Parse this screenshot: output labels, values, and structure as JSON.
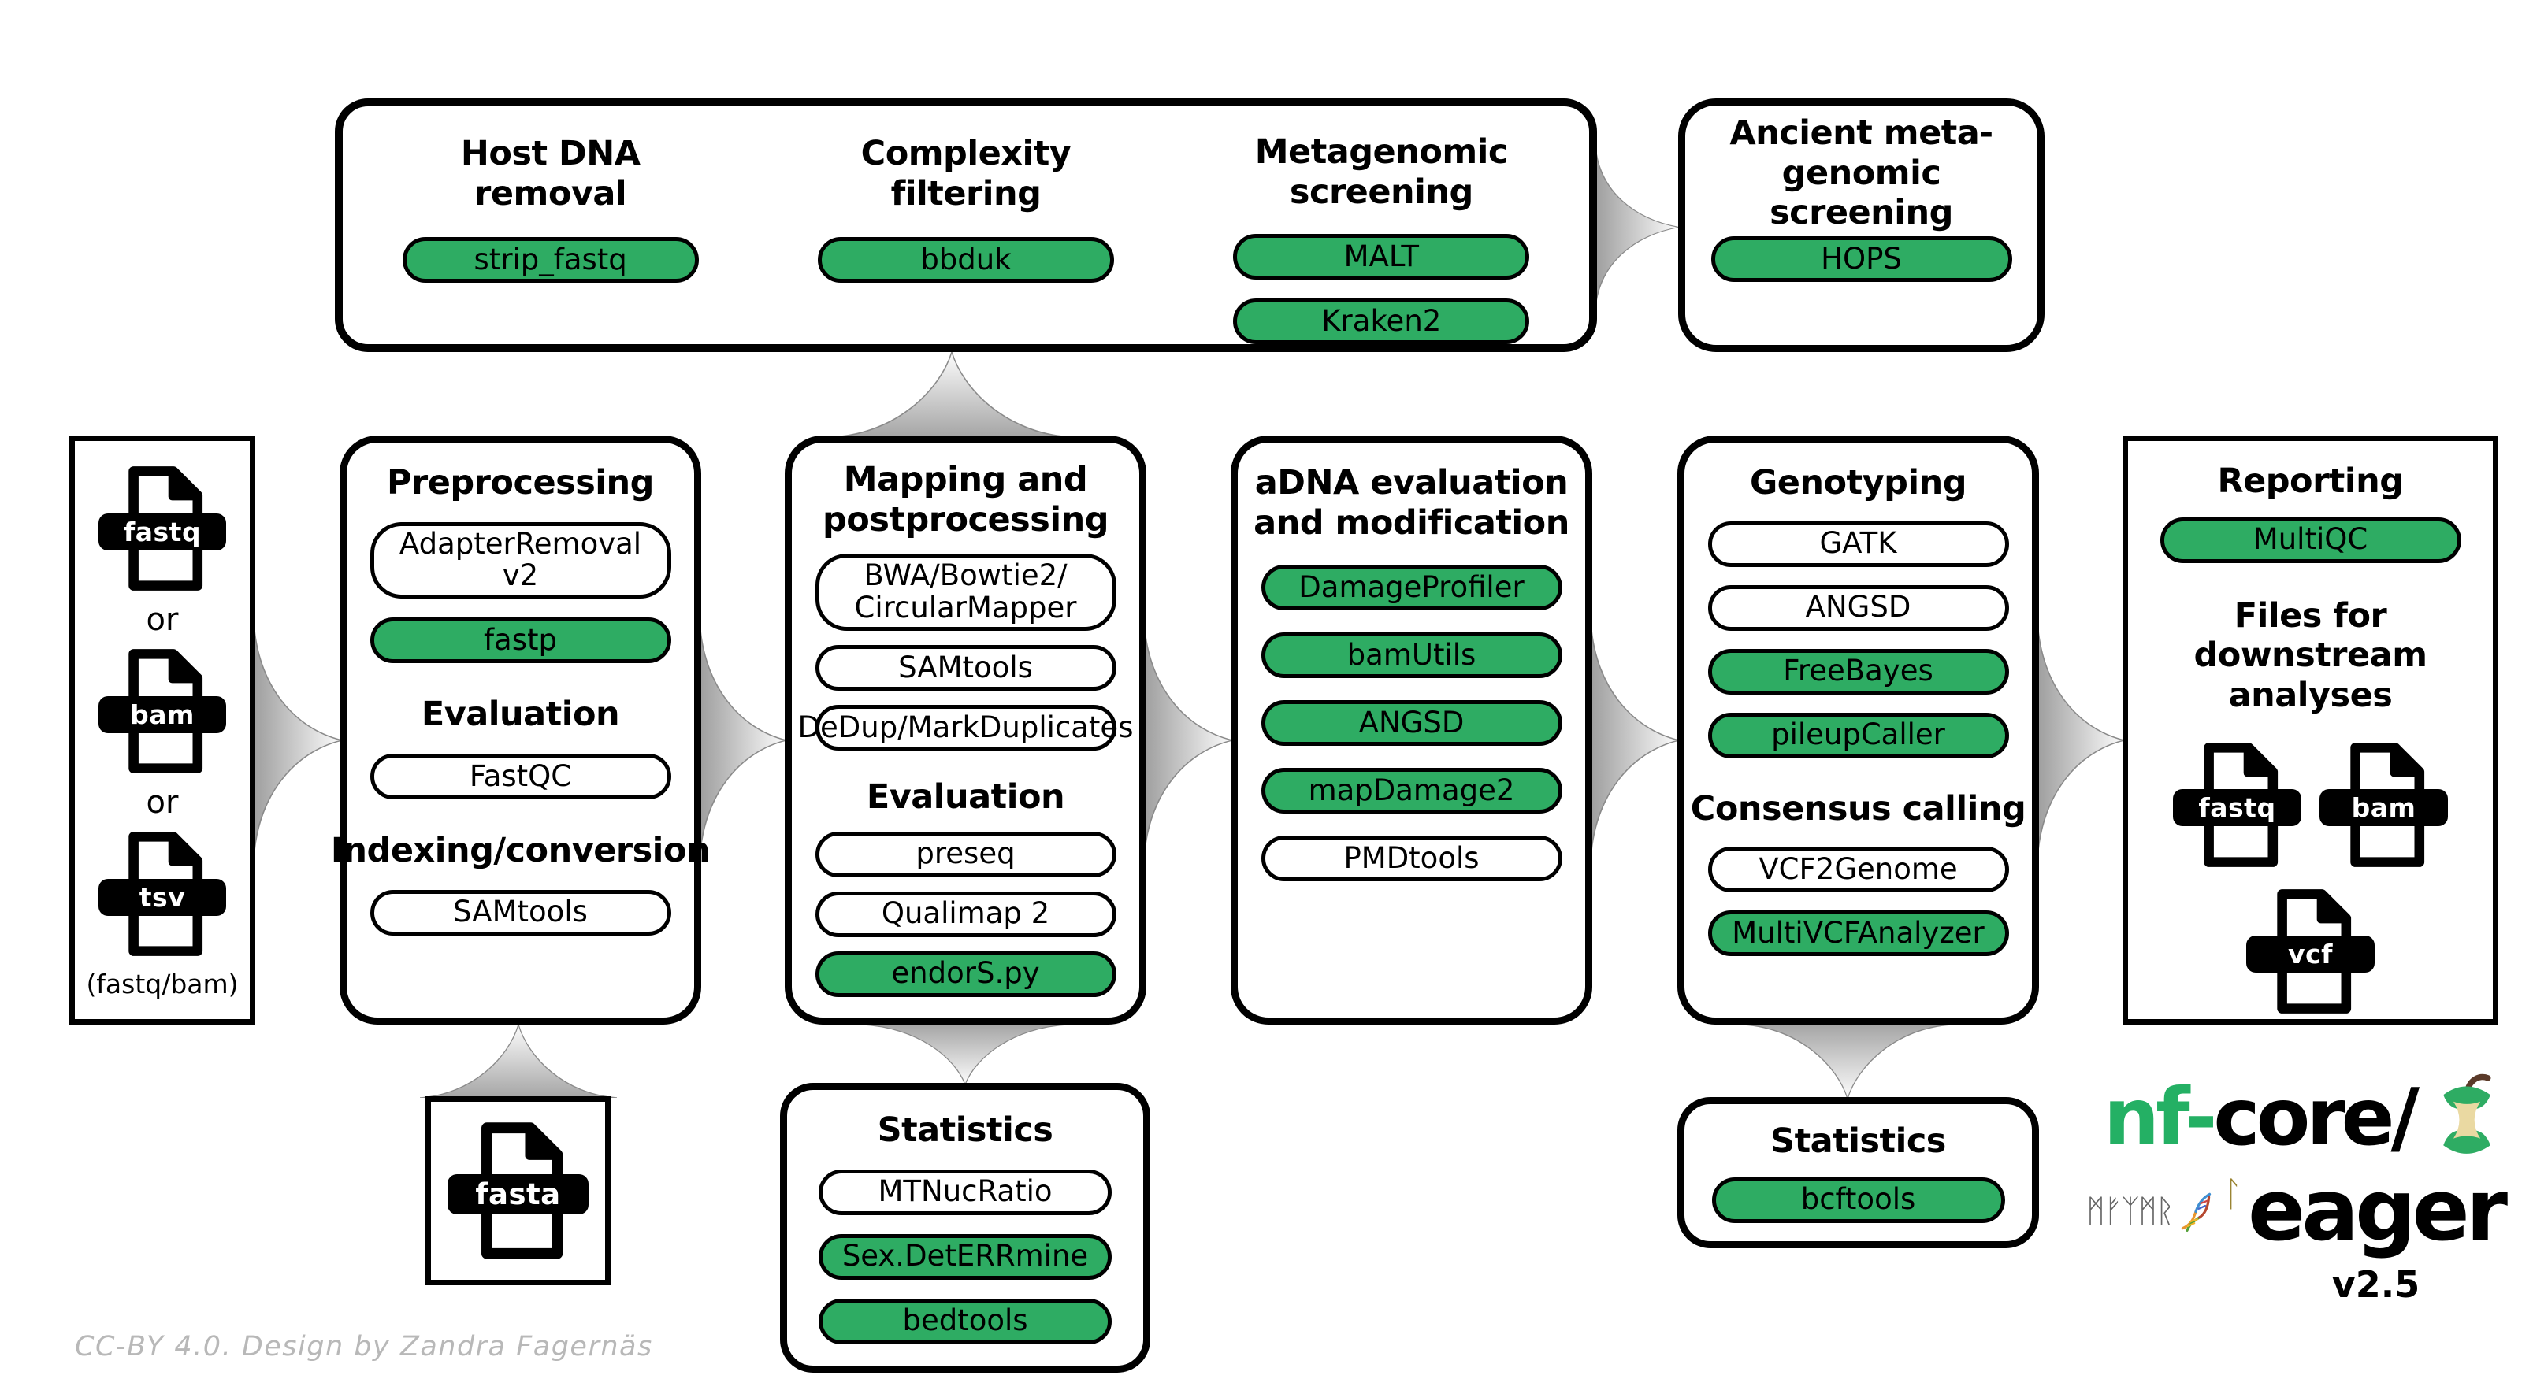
{
  "colors": {
    "green": "#2EAC63",
    "nfcore_green": "#24B064",
    "arrow_gray": "#a3a3a3"
  },
  "input_box": {
    "files": [
      "fastq",
      "bam",
      "tsv"
    ],
    "separator": "or",
    "caption": "(fastq/bam)"
  },
  "top_box": {
    "sections": [
      {
        "title": "Host DNA\nremoval",
        "tools": [
          {
            "label": "strip_fastq",
            "green": true
          }
        ]
      },
      {
        "title": "Complexity\nfiltering",
        "tools": [
          {
            "label": "bbduk",
            "green": true
          }
        ]
      },
      {
        "title": "Metagenomic\nscreening",
        "tools": [
          {
            "label": "MALT",
            "green": true
          },
          {
            "label": "Kraken2",
            "green": true
          }
        ]
      }
    ]
  },
  "ancient_box": {
    "title": "Ancient meta-\ngenomic screening",
    "tools": [
      {
        "label": "HOPS",
        "green": true
      }
    ]
  },
  "preprocessing": {
    "groups": [
      {
        "heading": "Preprocessing",
        "tools": [
          {
            "label": "AdapterRemoval v2",
            "green": false
          },
          {
            "label": "fastp",
            "green": true
          }
        ]
      },
      {
        "heading": "Evaluation",
        "tools": [
          {
            "label": "FastQC",
            "green": false
          }
        ]
      },
      {
        "heading": "Indexing/conversion",
        "tools": [
          {
            "label": "SAMtools",
            "green": false
          }
        ]
      }
    ]
  },
  "mapping": {
    "groups": [
      {
        "heading": "Mapping and\npostprocessing",
        "tools": [
          {
            "label": "BWA/Bowtie2/\nCircularMapper",
            "green": false
          },
          {
            "label": "SAMtools",
            "green": false
          },
          {
            "label": "DeDup/MarkDuplicates",
            "green": false
          }
        ]
      },
      {
        "heading": "Evaluation",
        "tools": [
          {
            "label": "preseq",
            "green": false
          },
          {
            "label": "Qualimap 2",
            "green": false
          },
          {
            "label": "endorS.py",
            "green": true
          }
        ]
      }
    ]
  },
  "adna": {
    "title": "aDNA evaluation\nand modification",
    "tools": [
      {
        "label": "DamageProfiler",
        "green": true
      },
      {
        "label": "bamUtils",
        "green": true
      },
      {
        "label": "ANGSD",
        "green": true
      },
      {
        "label": "mapDamage2",
        "green": true
      },
      {
        "label": "PMDtools",
        "green": false
      }
    ]
  },
  "genotyping": {
    "groups": [
      {
        "heading": "Genotyping",
        "tools": [
          {
            "label": "GATK",
            "green": false
          },
          {
            "label": "ANGSD",
            "green": false
          },
          {
            "label": "FreeBayes",
            "green": true
          },
          {
            "label": "pileupCaller",
            "green": true
          }
        ]
      },
      {
        "heading": "Consensus calling",
        "tools": [
          {
            "label": "VCF2Genome",
            "green": false
          },
          {
            "label": "MultiVCFAnalyzer",
            "green": true
          }
        ]
      }
    ]
  },
  "reporting": {
    "title": "Reporting",
    "tools": [
      {
        "label": "MultiQC",
        "green": true
      }
    ],
    "downstream_heading": "Files for downstream\nanalyses",
    "files_row1": [
      "fastq",
      "bam"
    ],
    "files_row2": [
      "vcf"
    ]
  },
  "stats_mapping": {
    "heading": "Statistics",
    "tools": [
      {
        "label": "MTNucRatio",
        "green": false
      },
      {
        "label": "Sex.DetERRmine",
        "green": true
      },
      {
        "label": "bedtools",
        "green": true
      }
    ]
  },
  "stats_genotyping": {
    "heading": "Statistics",
    "tools": [
      {
        "label": "bcftools",
        "green": true
      }
    ]
  },
  "fasta_box": {
    "file": "fasta"
  },
  "logo": {
    "brand_green": "nf-",
    "brand_black": "core/",
    "app_name": "eager",
    "version": "v2.5",
    "runes": "ᛗᚠᛉᛗᚱ",
    "rune_l": "ᛚ"
  },
  "credit": "CC-BY 4.0. Design by Zandra Fagernäs"
}
